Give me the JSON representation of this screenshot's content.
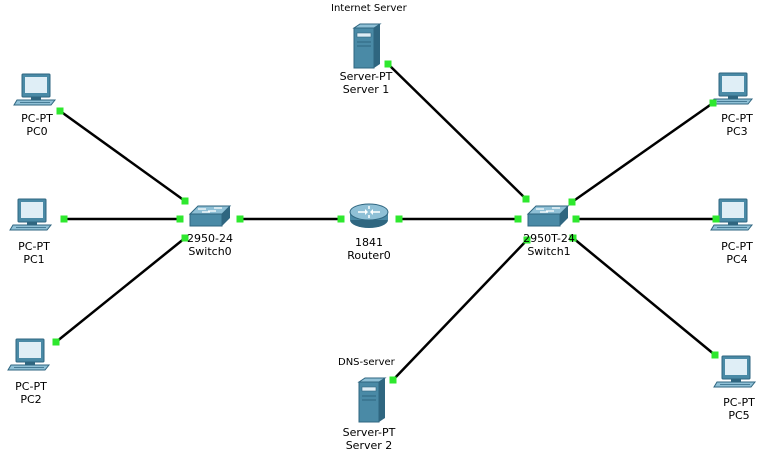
{
  "colors": {
    "link": "#000000",
    "port_up": "#2ee82e",
    "device_body": "#4a8aa6",
    "device_light": "#8fc0d6",
    "device_dark": "#2f6680",
    "screen": "#dfeef6"
  },
  "notes": {
    "internet_server": "Internet Server",
    "dns_server": "DNS-server"
  },
  "devices": {
    "pc0": {
      "icon": "pc-icon",
      "model": "PC-PT",
      "name": "PC0"
    },
    "pc1": {
      "icon": "pc-icon",
      "model": "PC-PT",
      "name": "PC1"
    },
    "pc2": {
      "icon": "pc-icon",
      "model": "PC-PT",
      "name": "PC2"
    },
    "pc3": {
      "icon": "pc-icon",
      "model": "PC-PT",
      "name": "PC3"
    },
    "pc4": {
      "icon": "pc-icon",
      "model": "PC-PT",
      "name": "PC4"
    },
    "pc5": {
      "icon": "pc-icon",
      "model": "PC-PT",
      "name": "PC5"
    },
    "switch0": {
      "icon": "switch-icon",
      "model": "2950-24",
      "name": "Switch0"
    },
    "switch1": {
      "icon": "switch-icon",
      "model": "2950T-24",
      "name": "Switch1"
    },
    "router0": {
      "icon": "router-icon",
      "model": "1841",
      "name": "Router0"
    },
    "server1": {
      "icon": "server-icon",
      "model": "Server-PT",
      "name": "Server 1"
    },
    "server2": {
      "icon": "server-icon",
      "model": "Server-PT",
      "name": "Server 2"
    }
  },
  "links": [
    {
      "from": "pc0",
      "to": "switch0"
    },
    {
      "from": "pc1",
      "to": "switch0"
    },
    {
      "from": "pc2",
      "to": "switch0"
    },
    {
      "from": "switch0",
      "to": "router0"
    },
    {
      "from": "router0",
      "to": "switch1"
    },
    {
      "from": "server1",
      "to": "switch1"
    },
    {
      "from": "server2",
      "to": "switch1"
    },
    {
      "from": "switch1",
      "to": "pc3"
    },
    {
      "from": "switch1",
      "to": "pc4"
    },
    {
      "from": "switch1",
      "to": "pc5"
    }
  ]
}
